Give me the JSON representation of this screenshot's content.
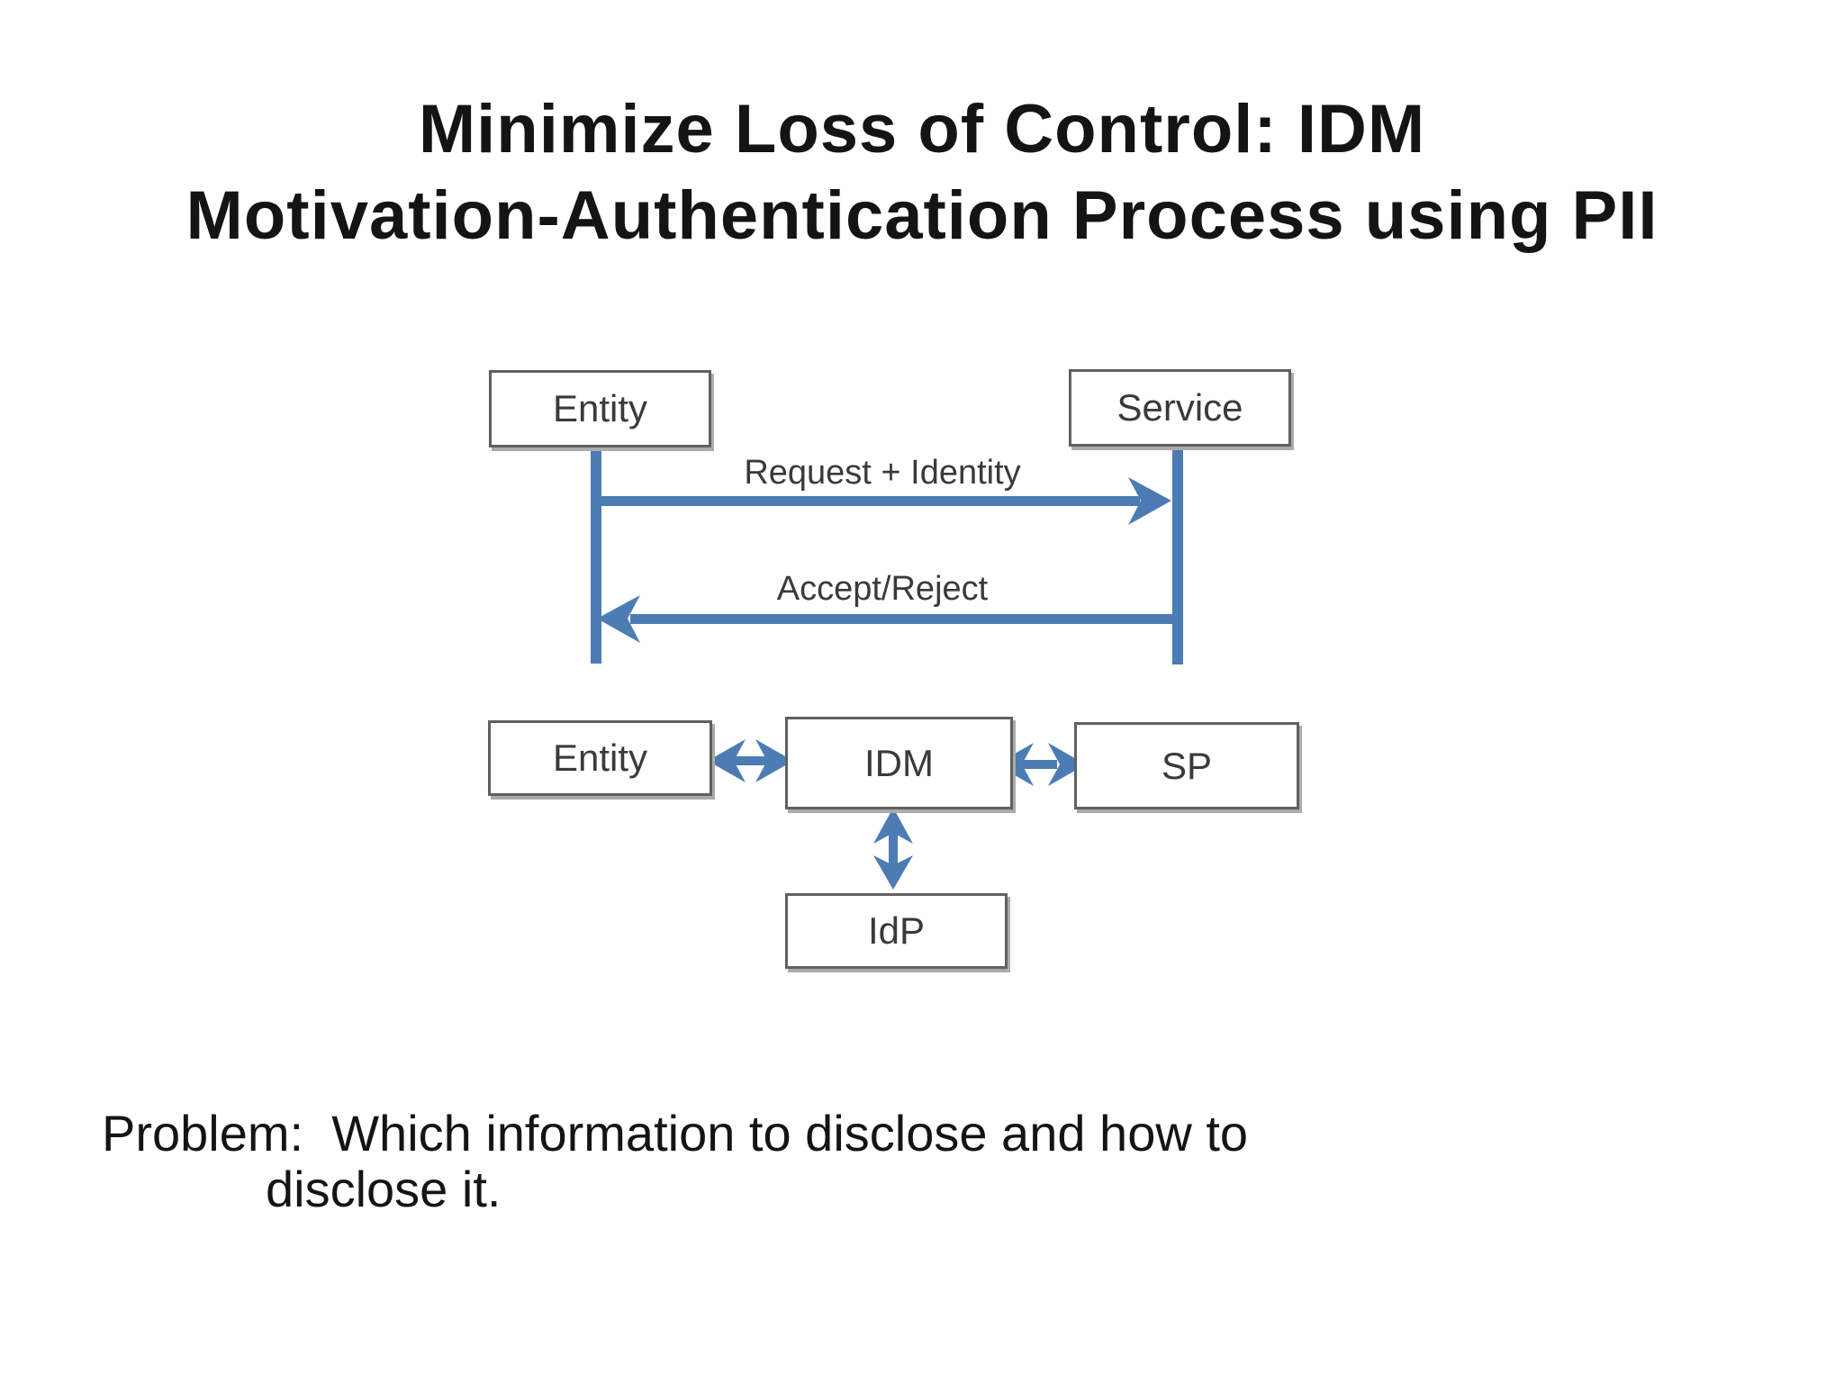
{
  "slide": {
    "title": {
      "line1": "Minimize Loss of Control: IDM",
      "line2": "Motivation-Authentication Process using PII"
    },
    "problem": {
      "line1": "Problem:  Which information to disclose and how to",
      "line2": "disclose it."
    }
  },
  "colors": {
    "arrow_blue": "#4d7cb4",
    "box_border": "#5f6062",
    "box_text": "#3a3a3c",
    "slide_text": "#141414"
  },
  "sequence_diagram": {
    "actors": [
      {
        "id": "entity",
        "label": "Entity"
      },
      {
        "id": "service",
        "label": "Service"
      }
    ],
    "messages": [
      {
        "label": "Request + Identity",
        "from": "Entity",
        "to": "Service",
        "direction": "right"
      },
      {
        "label": "Accept/Reject",
        "from": "Service",
        "to": "Entity",
        "direction": "left"
      }
    ]
  },
  "architecture_diagram": {
    "nodes": [
      {
        "id": "entity",
        "label": "Entity"
      },
      {
        "id": "idm",
        "label": "IDM"
      },
      {
        "id": "sp",
        "label": "SP"
      },
      {
        "id": "idp",
        "label": "IdP"
      }
    ],
    "links": [
      {
        "from": "Entity",
        "to": "IDM",
        "type": "bidirectional"
      },
      {
        "from": "IDM",
        "to": "SP",
        "type": "bidirectional"
      },
      {
        "from": "IDM",
        "to": "IdP",
        "type": "bidirectional"
      }
    ]
  }
}
